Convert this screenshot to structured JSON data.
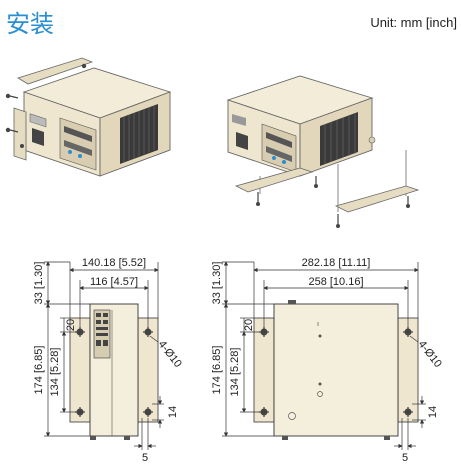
{
  "title": "安装",
  "unit": "Unit: mm [inch]",
  "left_view": {
    "width_outer": "140.18 [5.52]",
    "width_inner": "116 [4.57]",
    "top_offset": "33 [1.30]",
    "height_outer": "174 [6.85]",
    "height_inner": "134 [5.28]",
    "slot_offset": "20",
    "hole": "4-Ø10",
    "side_offset": "14",
    "bottom_gap": "5"
  },
  "right_view": {
    "width_outer": "282.18 [11.11]",
    "width_inner": "258 [10.16]",
    "top_offset": "33 [1.30]",
    "height_outer": "174 [6.85]",
    "height_inner": "134 [5.28]",
    "slot_offset": "20",
    "hole": "4-Ø10",
    "side_offset": "14",
    "bottom_gap": "5"
  },
  "colors": {
    "accent": "#2a8fd0",
    "chassis": "#efe6cf",
    "chassis_dark": "#d9cfb3",
    "line": "#333333"
  }
}
